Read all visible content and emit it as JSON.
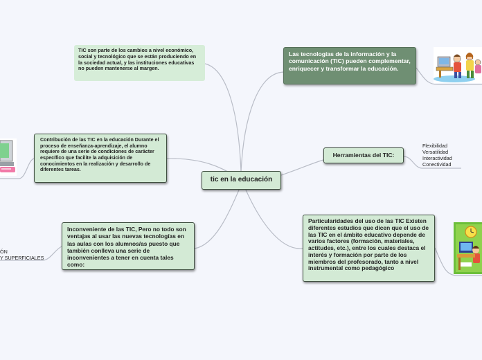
{
  "central": {
    "label": "tic en la educación"
  },
  "nodes": {
    "intro": "TIC son parte de los cambios a nivel económico, social y tecnológico que se están produciendo en la sociedad actual, y las instituciones educativas no pueden mantenerse al margen.",
    "tecnologias": "Las tecnologías de la información y la comunicación (TIC) pueden complementar, enriquecer y transformar la educación.",
    "contribucion": "Contribución de las TIC en la educación Durante el proceso de enseñanza-aprendizaje, el alumno requiere de una serie de condiciones de carácter específico que facilite la adquisición de conocimientos en la realización y desarrollo de diferentes tareas.",
    "herramientas": "Herramientas del TIC:",
    "inconveniente": "Inconveniente de las TIC, Pero no todo son ventajas al usar las nuevas tecnologías en las aulas con los alumnos/as puesto que también conlleva una serie de inconvenientes a tener en cuenta tales como:",
    "particularidades": "Particularidades del uso de las TIC Existen diferentes estudios que dicen que el uso de las TIC en el ámbito educativo depende de varios factores (formación, materiales, actitudes, etc.), entre los cuales destaca el interés y formación por parte de los miembros del profesorado, tanto a nivel instrumental como pedagógico"
  },
  "leaves": {
    "herramientas": [
      "Flexibilidad",
      "Versatilidad",
      "Interactividad",
      "Conectividad"
    ],
    "inconveniente": [
      "ÓN",
      "Y SUPERFICIALES"
    ]
  },
  "icons": {
    "tecnologias": "computer-classroom-illustration-icon",
    "contribucion": "computer-illustration-icon",
    "particularidades": "student-at-computer-illustration-icon"
  },
  "colors": {
    "background": "#f4f6fc",
    "node_fill": "#d3ead5",
    "node_dark_fill": "#6f8f73",
    "connector": "#b8bcc6"
  }
}
